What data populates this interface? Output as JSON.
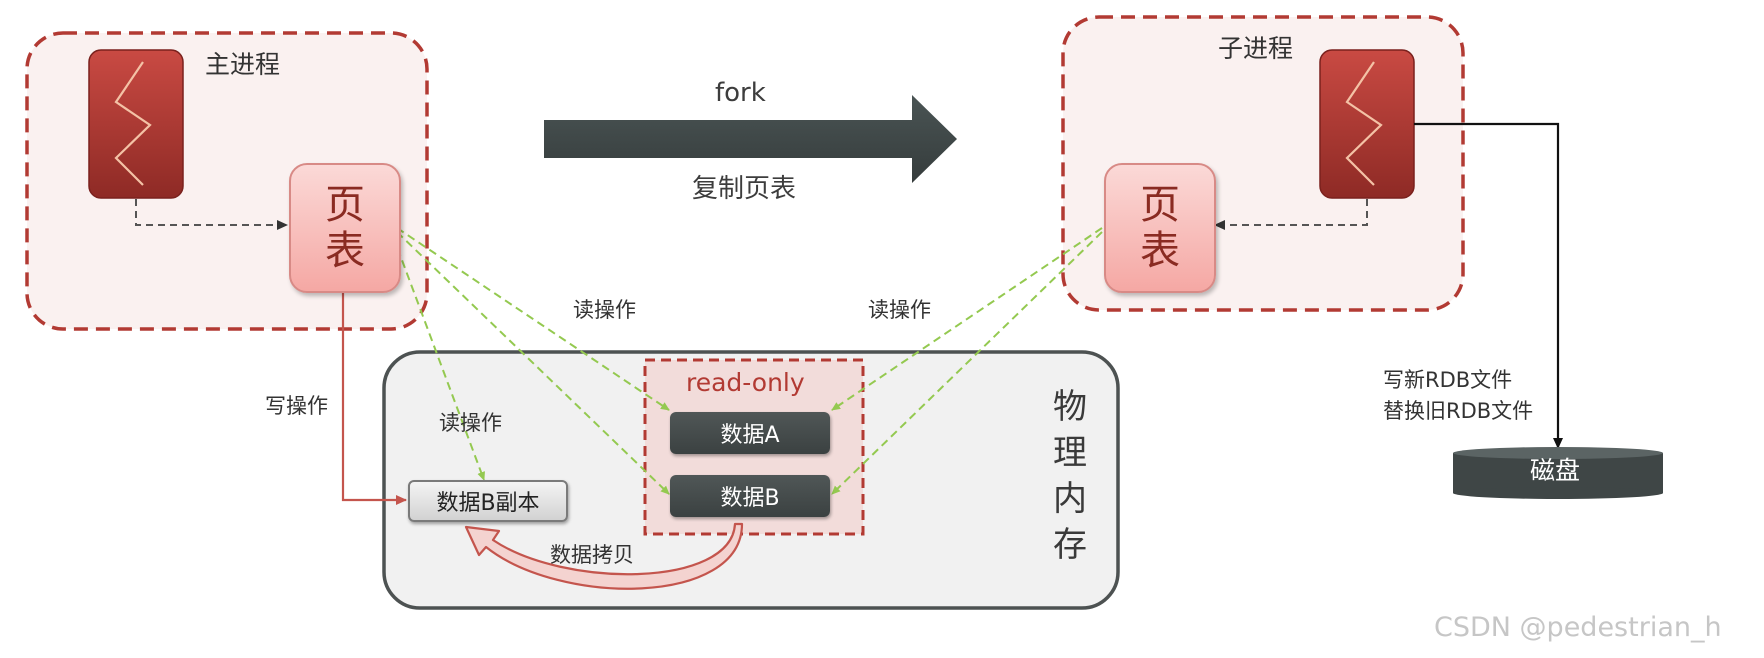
{
  "main_process": {
    "title": "主进程",
    "page_table_chars": [
      "页",
      "表"
    ]
  },
  "child_process": {
    "title": "子进程",
    "page_table_chars": [
      "页",
      "表"
    ]
  },
  "fork": {
    "label": "fork",
    "sublabel": "复制页表"
  },
  "edges": {
    "read_op_main": "读操作",
    "read_op_child": "读操作",
    "read_op_copy": "读操作",
    "write_op": "写操作",
    "data_copy": "数据拷贝",
    "write_rdb_line1": "写新RDB文件",
    "write_rdb_line2": "替换旧RDB文件"
  },
  "memory": {
    "title_chars": [
      "物",
      "理",
      "内",
      "存"
    ],
    "read_only_label": "read-only",
    "data_a": "数据A",
    "data_b": "数据B",
    "data_b_copy": "数据B副本"
  },
  "disk": {
    "label": "磁盘"
  },
  "watermark": "CSDN @pedestrian_h",
  "colors": {
    "process_border": "#b23a33",
    "process_fill": "#faf1f0",
    "memory_border": "#4d5252",
    "memory_fill": "#f1f1f1",
    "read_arrow": "#94c950",
    "write_arrow": "#c4554d",
    "fork_arrow": "#3f4747"
  }
}
